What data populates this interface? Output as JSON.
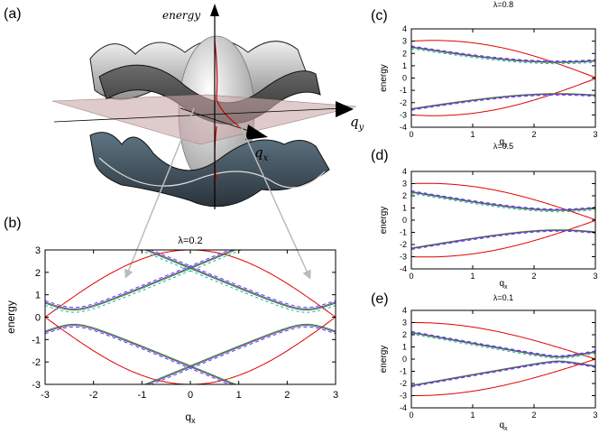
{
  "panel_labels": {
    "a": "(a)",
    "b": "(b)",
    "c": "(c)",
    "d": "(d)",
    "e": "(e)"
  },
  "surface_3d": {
    "axis_energy": "energy",
    "axis_qy": "q",
    "axis_qy_sub": "y",
    "axis_qx": "q",
    "axis_qx_sub": "x",
    "colors": {
      "upper": "#d0d0d0",
      "lower": "#4a5a66",
      "plane": "#c9a9a9",
      "cut": "#cc0000"
    }
  },
  "chart_data": [
    {
      "id": "b",
      "type": "line",
      "title": "λ=0.2",
      "xlabel": "q",
      "xlabel_sub": "x",
      "ylabel": "energy",
      "xlim": [
        -3,
        3
      ],
      "ylim": [
        -3,
        3
      ],
      "xticks": [
        -3,
        -2,
        -1,
        0,
        1,
        2,
        3
      ],
      "yticks": [
        -3,
        -2,
        -1,
        0,
        1,
        2,
        3
      ],
      "lambda": 0.2,
      "colors": {
        "exact": "#e00000",
        "approx1": "#1a9a1a",
        "approx2": "#3355dd",
        "approx3": "#20b0b0",
        "mixed": "#9922bb"
      }
    },
    {
      "id": "c",
      "type": "line",
      "title": "λ=0.8",
      "xlabel": "q",
      "xlabel_sub": "x",
      "ylabel": "energy",
      "xlim": [
        0,
        3
      ],
      "ylim": [
        -4,
        4
      ],
      "xticks": [
        0,
        1,
        2,
        3
      ],
      "yticks": [
        -4,
        -3,
        -2,
        -1,
        0,
        1,
        2,
        3,
        4
      ],
      "lambda": 0.8
    },
    {
      "id": "d",
      "type": "line",
      "title": "λ=0.5",
      "xlabel": "q",
      "xlabel_sub": "x",
      "ylabel": "energy",
      "xlim": [
        0,
        3
      ],
      "ylim": [
        -4,
        4
      ],
      "xticks": [
        0,
        1,
        2,
        3
      ],
      "yticks": [
        -4,
        -3,
        -2,
        -1,
        0,
        1,
        2,
        3,
        4
      ],
      "lambda": 0.5
    },
    {
      "id": "e",
      "type": "line",
      "title": "λ=0.1",
      "xlabel": "q",
      "xlabel_sub": "x",
      "ylabel": "energy",
      "xlim": [
        0,
        3
      ],
      "ylim": [
        -4,
        4
      ],
      "xticks": [
        0,
        1,
        2,
        3
      ],
      "yticks": [
        -4,
        -3,
        -2,
        -1,
        0,
        1,
        2,
        3,
        4
      ],
      "lambda": 0.1
    }
  ]
}
